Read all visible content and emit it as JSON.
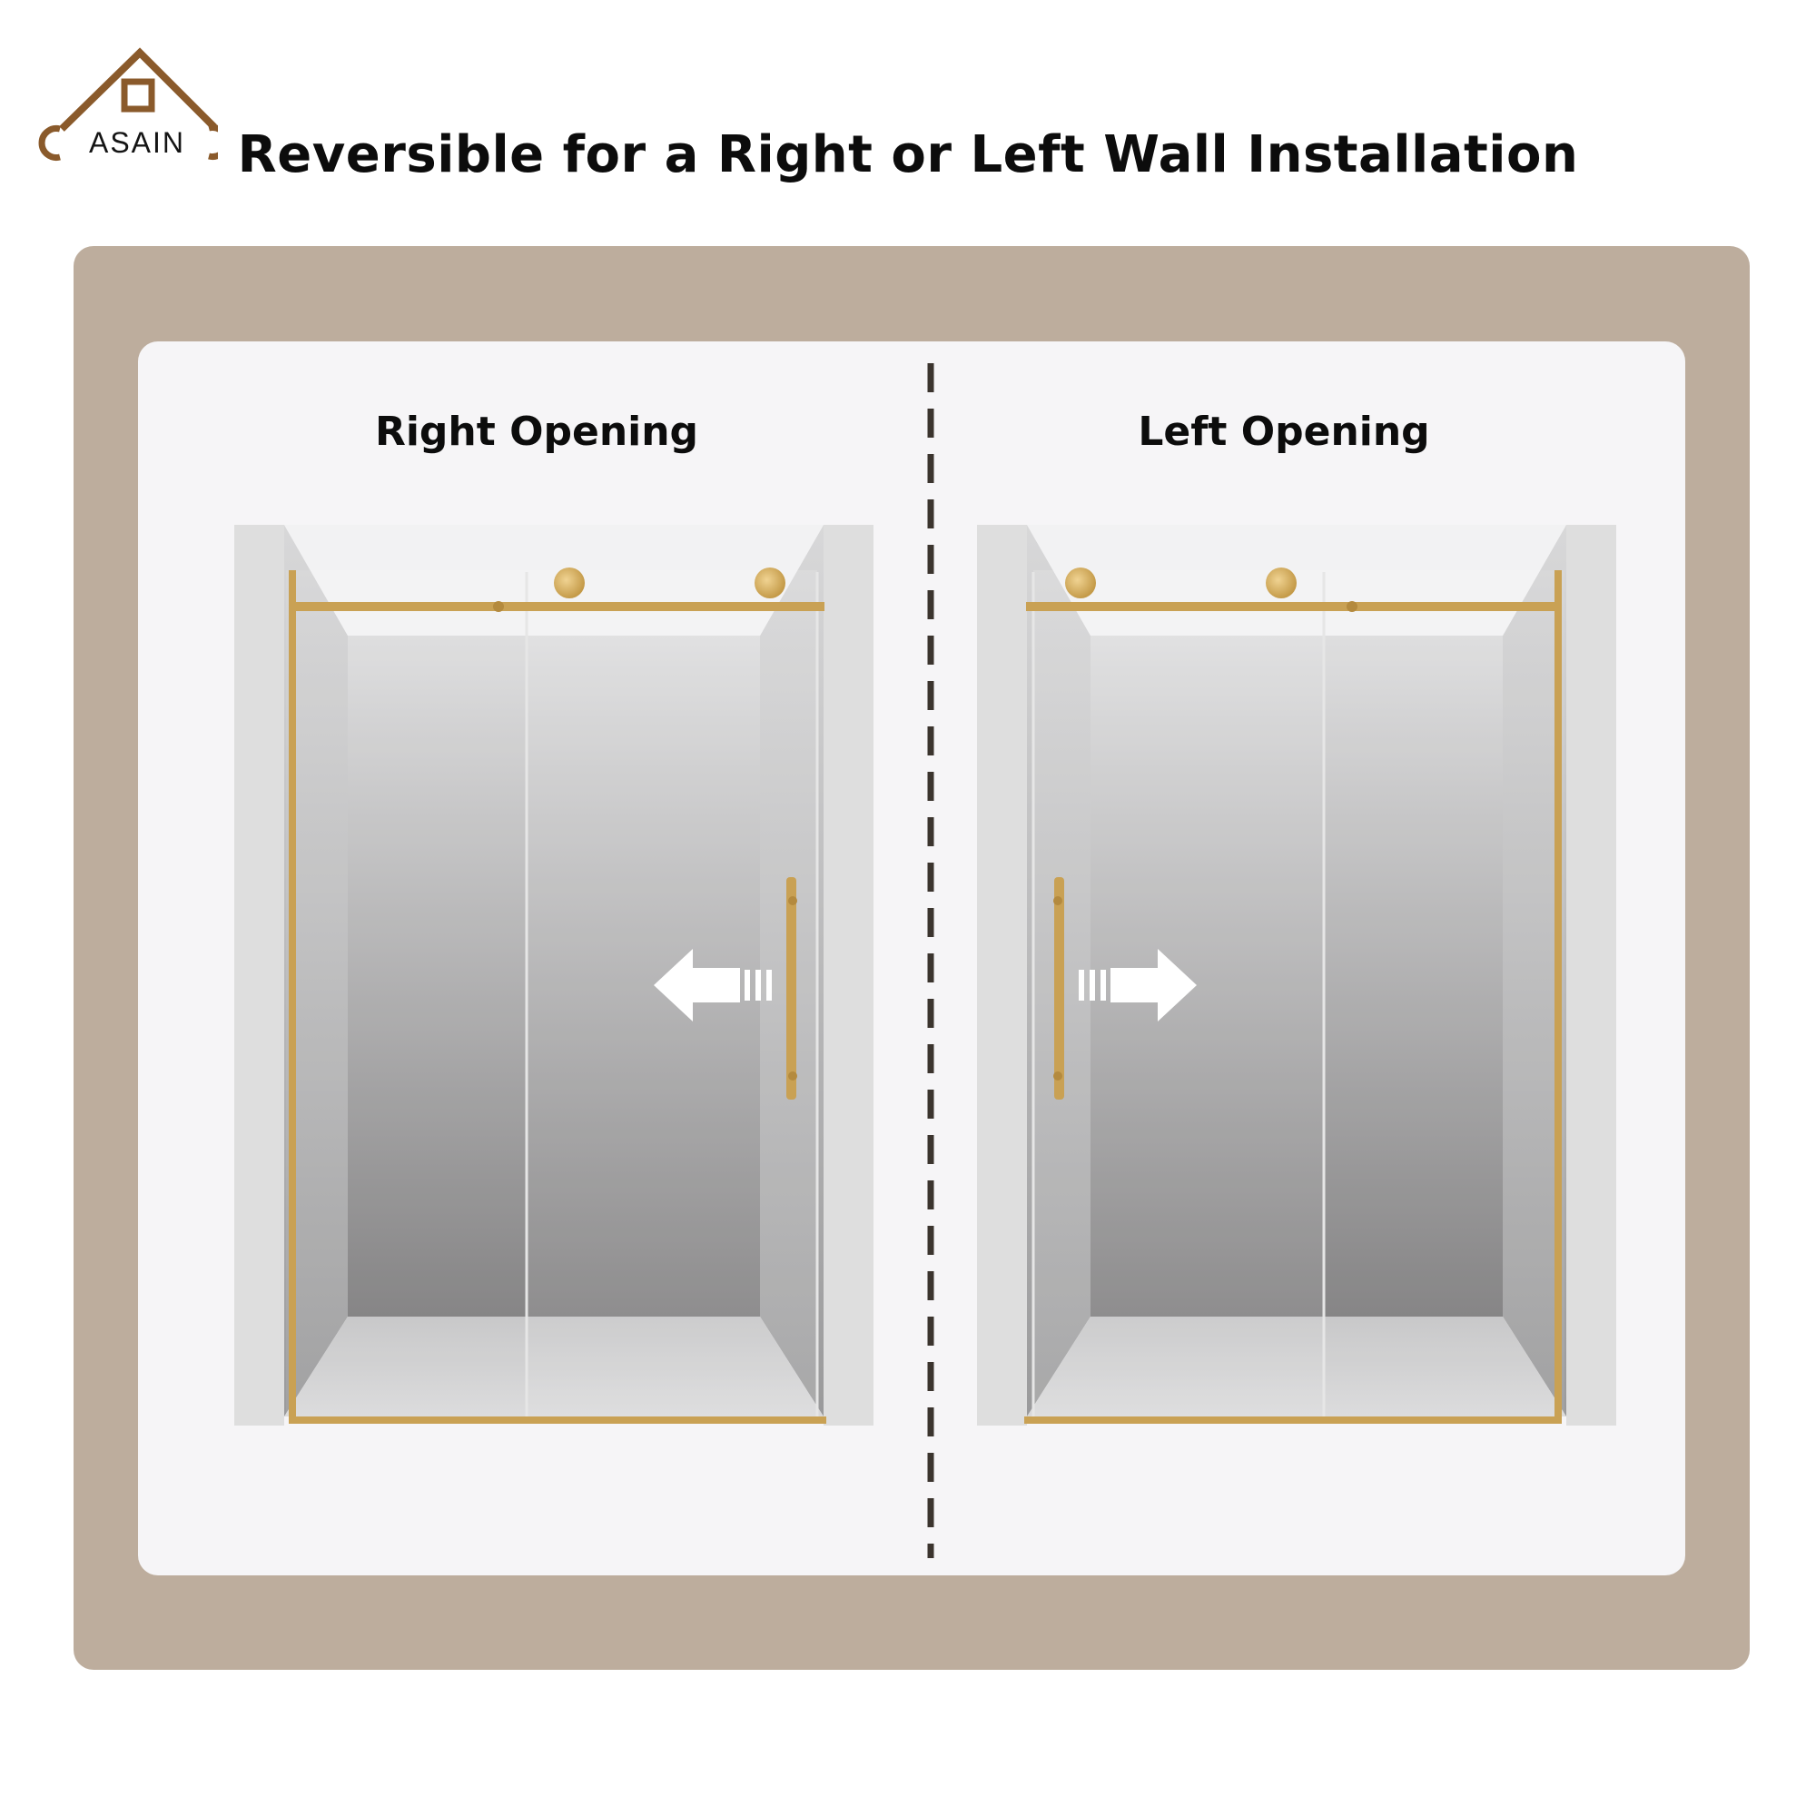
{
  "brand": {
    "name": "ASAIN",
    "logo_color": "#8a5a2b"
  },
  "headline": "Reversible for a Right or Left Wall Installation",
  "colors": {
    "frame": "#bdad9d",
    "panel": "#f6f5f7",
    "hardware": "#c9a154",
    "divider": "#3b342e"
  },
  "panels": [
    {
      "title": "Right Opening",
      "arrow_direction": "left"
    },
    {
      "title": "Left Opening",
      "arrow_direction": "right"
    }
  ]
}
